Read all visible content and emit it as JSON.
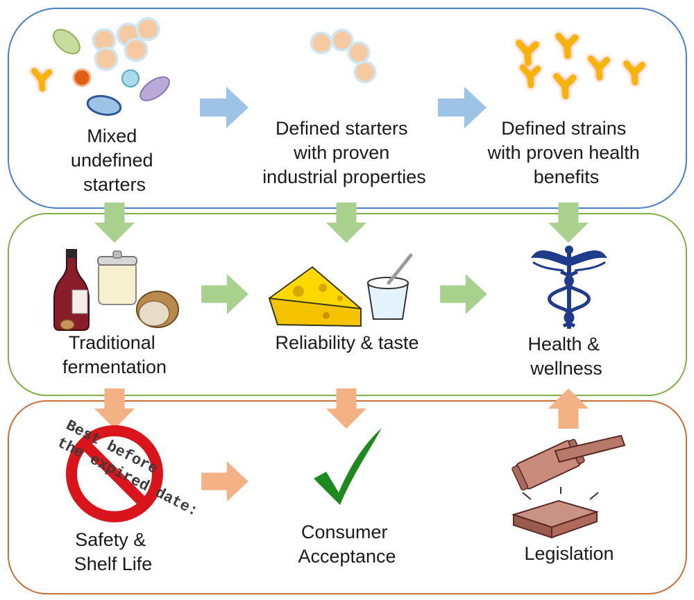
{
  "colors": {
    "row1_border": "#4a7fc1",
    "row2_border": "#7fb04a",
    "row3_border": "#c8703a",
    "blue_arrow": "#9dc3e6",
    "green_arrow": "#a9d18e",
    "orange_arrow": "#f4b183",
    "caduceus": "#1f3b8c",
    "checkmark": "#1d8a1d",
    "no_sign": "#d9141b"
  },
  "rows": {
    "starters": {
      "mixed": [
        "Mixed",
        "undefined",
        "starters"
      ],
      "defined_starters": [
        "Defined starters",
        "with proven",
        "industrial properties"
      ],
      "defined_strains": [
        "Defined strains",
        "with proven health",
        "benefits"
      ]
    },
    "products": {
      "traditional": [
        "Traditional",
        "fermentation"
      ],
      "reliability": [
        "Reliability & taste"
      ],
      "health": [
        "Health &",
        "wellness"
      ]
    },
    "requirements": {
      "safety": [
        "Safety &",
        "Shelf Life"
      ],
      "consumer": [
        "Consumer",
        "Acceptance"
      ],
      "legislation": [
        "Legislation"
      ]
    }
  },
  "stamp_text": [
    "Best before",
    "the expired date:"
  ],
  "icons": {
    "mixed": "mixed-microbes-icon",
    "cocci_chain": "cocci-chain-icon",
    "bifido": "bifidobacteria-icon",
    "fermented_foods": "wine-jar-bread-icon",
    "cheese_yogurt": "cheese-yogurt-icon",
    "caduceus": "caduceus-icon",
    "expired": "prohibited-sign-icon",
    "check": "checkmark-icon",
    "gavel": "gavel-icon"
  }
}
